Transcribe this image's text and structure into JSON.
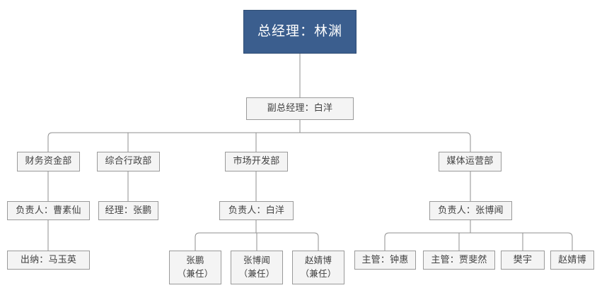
{
  "chart": {
    "type": "org-chart",
    "title": "",
    "colors": {
      "root_fill": "#3b5e8e",
      "root_text": "#ffffff",
      "node_fill": "#f4f4f4",
      "node_border": "#9a9a9a",
      "node_text": "#404040",
      "connector": "#8f8f8f",
      "background": "#ffffff"
    }
  },
  "nodes": {
    "general_manager": {
      "label": "总经理：林渊"
    },
    "deputy_general_manager": {
      "label": "副总经理：白洋"
    },
    "departments": [
      {
        "label": "财务资金部"
      },
      {
        "label": "综合行政部"
      },
      {
        "label": "市场开发部"
      },
      {
        "label": "媒体运营部"
      }
    ],
    "finance": {
      "head": {
        "label": "负责人：曹素仙"
      },
      "staff": [
        {
          "label": "出纳：马玉英"
        }
      ]
    },
    "administration": {
      "head": {
        "label": "经理：张鹏"
      },
      "staff": []
    },
    "market_development": {
      "head": {
        "label": "负责人：白洋"
      },
      "staff": [
        {
          "line1": "张鹏",
          "line2": "（兼任）"
        },
        {
          "line1": "张博闻",
          "line2": "（兼任）"
        },
        {
          "line1": "赵婧博",
          "line2": "（兼任）"
        }
      ]
    },
    "media_operations": {
      "head": {
        "label": "负责人：张博闻"
      },
      "staff": [
        {
          "label": "主管：钟惠"
        },
        {
          "label": "主管：贾斐然"
        },
        {
          "label": "樊宇"
        },
        {
          "label": "赵婧博"
        }
      ]
    }
  }
}
